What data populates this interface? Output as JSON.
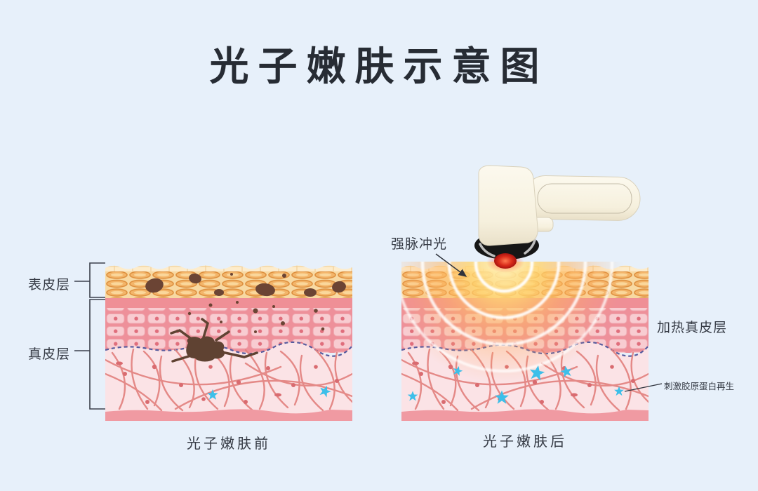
{
  "title": "光子嫩肤示意图",
  "left_panel": {
    "caption": "光子嫩肤前",
    "labels": {
      "epidermis": "表皮层",
      "dermis": "真皮层"
    }
  },
  "right_panel": {
    "caption": "光子嫩肤后",
    "labels": {
      "pulse_light": "强脉冲光",
      "heat_dermis": "加热真皮层",
      "collagen": "刺激胶原蛋白再生"
    }
  },
  "colors": {
    "background": "#e7f0fa",
    "title_text": "#272c34",
    "label_text": "#363b45",
    "epidermis_surface": "#fdeccb",
    "epidermis_cell": "#f3b56a",
    "epidermis_cell_outline": "#dd8f3e",
    "dermis_upper_band": "#ef8f96",
    "dermis_cell": "#f8ccd1",
    "dermis_cell_dot": "#e06e7c",
    "dermis_lower": "#fbe3e6",
    "collagen_fiber": "#e2807d",
    "basement_dash_line": "#565b9e",
    "bottom_band": "#f09aa2",
    "pigment_spot": "#6b4434",
    "fibroblast_star": "#3dbfe9",
    "light_glow": "#ffd36e",
    "light_arc": "#ffffff",
    "device_body": "#f8f3e4",
    "device_tip": "#161616",
    "device_light_red": "#d92a1a"
  }
}
